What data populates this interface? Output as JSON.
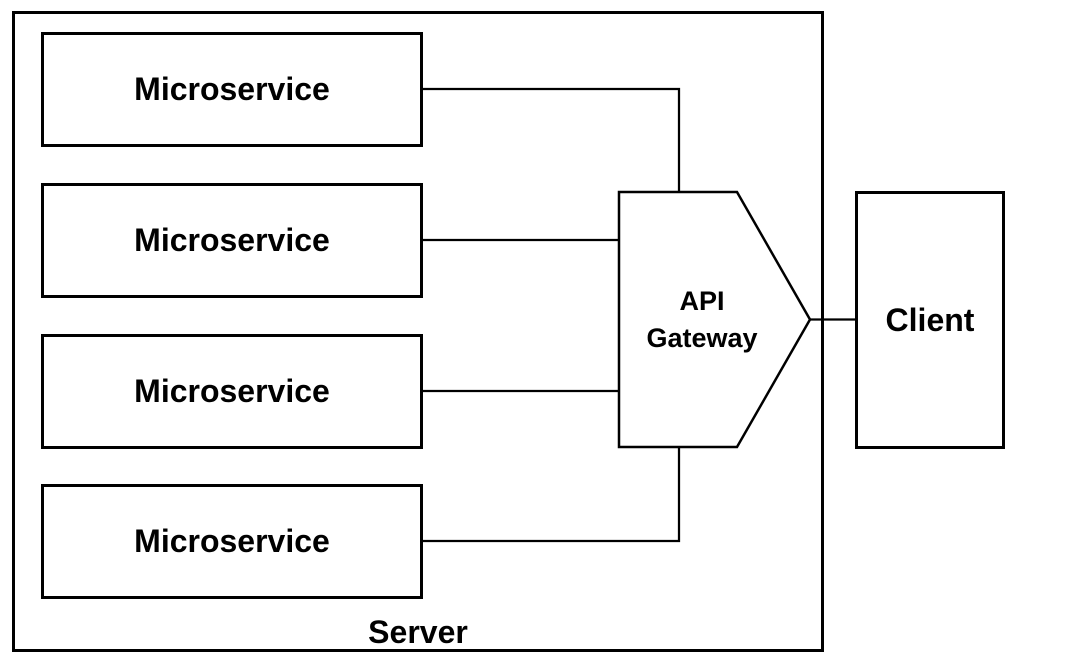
{
  "colors": {
    "line": "#000000",
    "background": "#ffffff",
    "text": "#000000"
  },
  "server": {
    "label": "Server"
  },
  "microservices": [
    {
      "label": "Microservice"
    },
    {
      "label": "Microservice"
    },
    {
      "label": "Microservice"
    },
    {
      "label": "Microservice"
    }
  ],
  "api_gateway": {
    "line1": "API",
    "line2": "Gateway"
  },
  "client": {
    "label": "Client"
  }
}
